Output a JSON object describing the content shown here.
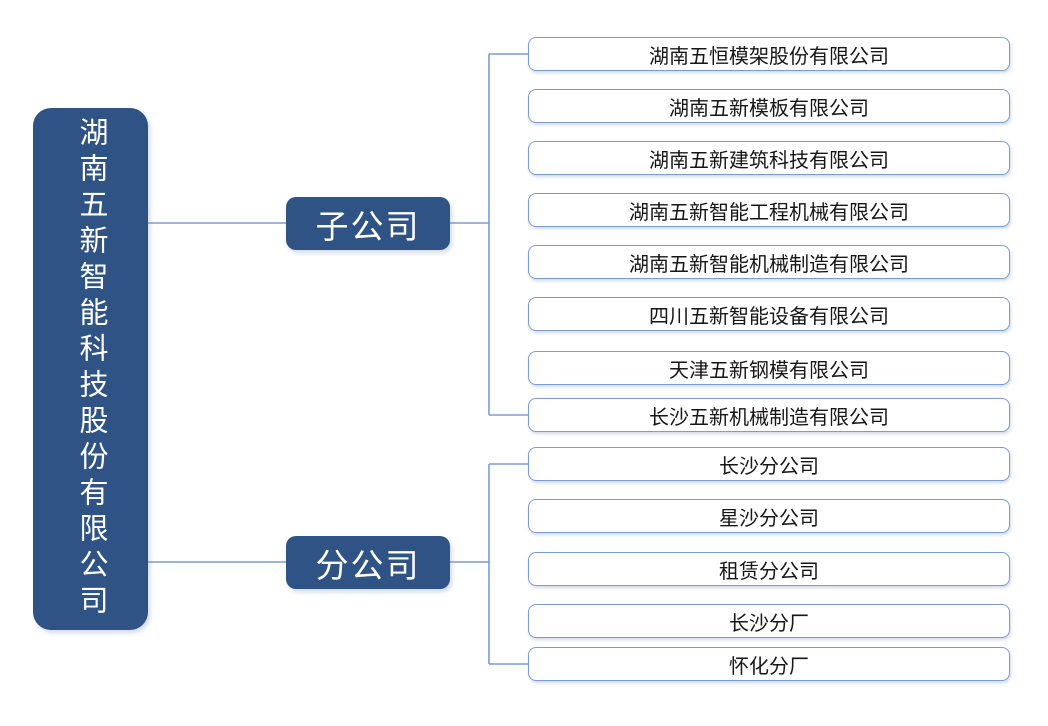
{
  "root": {
    "label": "湖南五新智能科技股份有限公司"
  },
  "groups": [
    {
      "label": "子公司",
      "children": [
        "湖南五恒模架股份有限公司",
        "湖南五新模板有限公司",
        "湖南五新建筑科技有限公司",
        "湖南五新智能工程机械有限公司",
        "湖南五新智能机械制造有限公司",
        "四川五新智能设备有限公司",
        "天津五新钢模有限公司",
        "长沙五新机械制造有限公司"
      ]
    },
    {
      "label": "分公司",
      "children": [
        "长沙分公司",
        "星沙分公司",
        "租赁分公司",
        "长沙分厂",
        "怀化分厂"
      ]
    }
  ],
  "colors": {
    "node_fill": "#2E5384",
    "node_text": "#FFFFFF",
    "leaf_border": "#7B9BD4",
    "connector_line": "#7B9BD4",
    "leaf_text": "#161616",
    "background": "#FFFFFF"
  }
}
